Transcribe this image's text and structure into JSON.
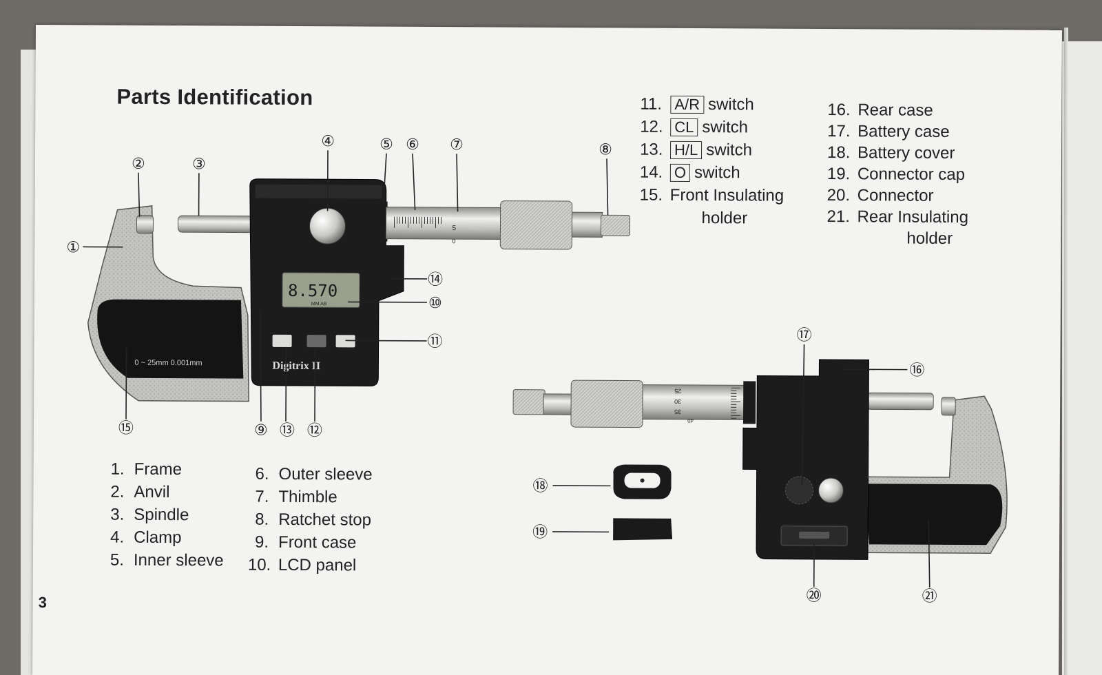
{
  "title": "Parts Identification",
  "page_number": "3",
  "device": {
    "lcd_value": "8.570",
    "lcd_sub": "MM AB",
    "brand": "Digitrix II",
    "range_label": "0 ~ 25mm  0.001mm",
    "sleeve_scale_top": "5",
    "sleeve_scale_bottom": "0",
    "rear_scale": [
      "25",
      "30",
      "35",
      "40"
    ]
  },
  "callouts": [
    "①",
    "②",
    "③",
    "④",
    "⑤",
    "⑥",
    "⑦",
    "⑧",
    "⑨",
    "⑩",
    "⑪",
    "⑫",
    "⑬",
    "⑭",
    "⑮",
    "⑯",
    "⑰",
    "⑱",
    "⑲",
    "⑳",
    "㉑"
  ],
  "parts_left_col1": [
    {
      "num": "1.",
      "label": "Frame"
    },
    {
      "num": "2.",
      "label": "Anvil"
    },
    {
      "num": "3.",
      "label": "Spindle"
    },
    {
      "num": "4.",
      "label": "Clamp"
    },
    {
      "num": "5.",
      "label": "Inner sleeve"
    }
  ],
  "parts_left_col2": [
    {
      "num": "6.",
      "label": "Outer sleeve"
    },
    {
      "num": "7.",
      "label": "Thimble"
    },
    {
      "num": "8.",
      "label": "Ratchet stop"
    },
    {
      "num": "9.",
      "label": "Front case"
    },
    {
      "num": "10.",
      "label": "LCD panel"
    }
  ],
  "parts_right_col1": [
    {
      "num": "11.",
      "key": "A/R",
      "label": "switch"
    },
    {
      "num": "12.",
      "key": "CL",
      "label": "switch"
    },
    {
      "num": "13.",
      "key": "H/L",
      "label": "switch"
    },
    {
      "num": "14.",
      "key": "O",
      "label": "switch"
    },
    {
      "num": "15.",
      "key": "",
      "label": "Front Insulating",
      "label2": "holder"
    }
  ],
  "parts_right_col2": [
    {
      "num": "16.",
      "label": "Rear case"
    },
    {
      "num": "17.",
      "label": "Battery case"
    },
    {
      "num": "18.",
      "label": "Battery cover"
    },
    {
      "num": "19.",
      "label": "Connector cap"
    },
    {
      "num": "20.",
      "label": "Connector"
    },
    {
      "num": "21.",
      "label": "Rear Insulating",
      "label2": "holder"
    }
  ],
  "colors": {
    "paper": "#f3f3f1",
    "ink": "#222222",
    "frame": "#b9b9b6",
    "case": "#1e1e1e",
    "lcd": "#9aa08e"
  }
}
